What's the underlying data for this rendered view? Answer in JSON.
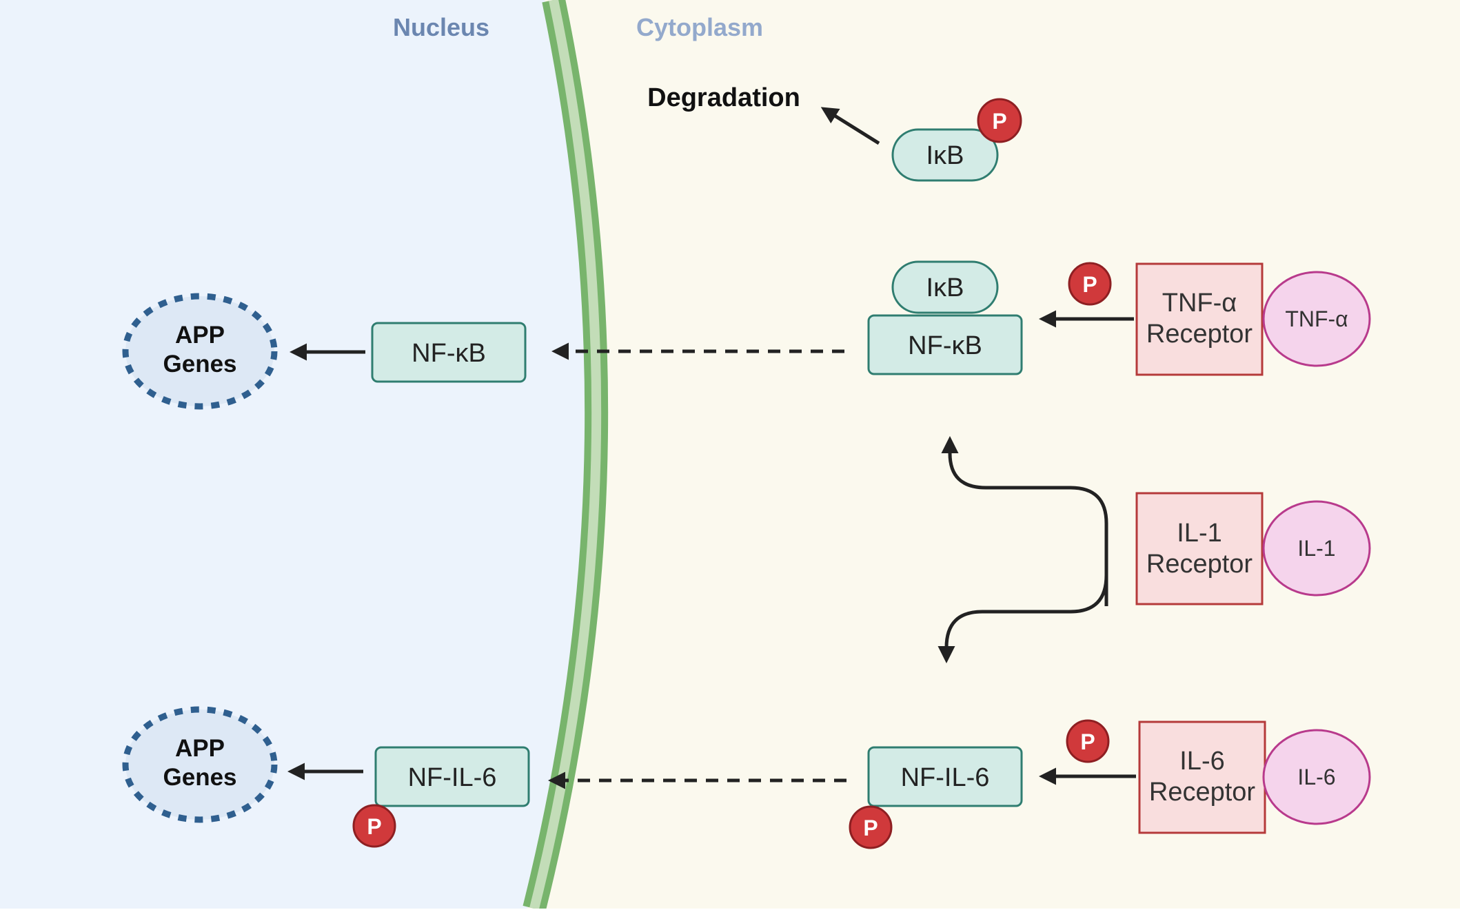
{
  "colors": {
    "nucleus_bg": "#ecf3fc",
    "cytoplasm_bg": "#fbf9ee",
    "membrane_outer": "#78b46c",
    "membrane_inner": "#c3ddb8",
    "protein_fill": "#d3ebe6",
    "protein_stroke": "#2f7d70",
    "receptor_fill": "#f9dede",
    "receptor_stroke": "#b53a3a",
    "ligand_fill": "#f5d4ec",
    "ligand_stroke": "#b83a8c",
    "phospho_fill": "#d0393b",
    "phospho_stroke": "#8e1f22",
    "gene_fill": "#dde8f5",
    "gene_stroke": "#2f5f8f",
    "nucleus_label": "#6b86b0",
    "cytoplasm_label": "#93a9cc"
  },
  "regions": {
    "nucleus": "Nucleus",
    "cytoplasm": "Cytoplasm"
  },
  "degradation": "Degradation",
  "ikb_free": "IκB",
  "ikb_bound": "IκB",
  "nfkb_cyto": "NF-κB",
  "nfkb_nuc": "NF-κB",
  "nfil6_cyto": "NF-IL-6",
  "nfil6_nuc": "NF-IL-6",
  "phospho": "P",
  "receptors": {
    "tnf": {
      "line1": "TNF-α",
      "line2": "Receptor",
      "ligand": "TNF-α"
    },
    "il1": {
      "line1": "IL-1",
      "line2": "Receptor",
      "ligand": "IL-1"
    },
    "il6": {
      "line1": "IL-6",
      "line2": "Receptor",
      "ligand": "IL-6"
    }
  },
  "genes_top": {
    "line1": "APP",
    "line2": "Genes"
  },
  "genes_bottom": {
    "line1": "APP",
    "line2": "Genes"
  }
}
